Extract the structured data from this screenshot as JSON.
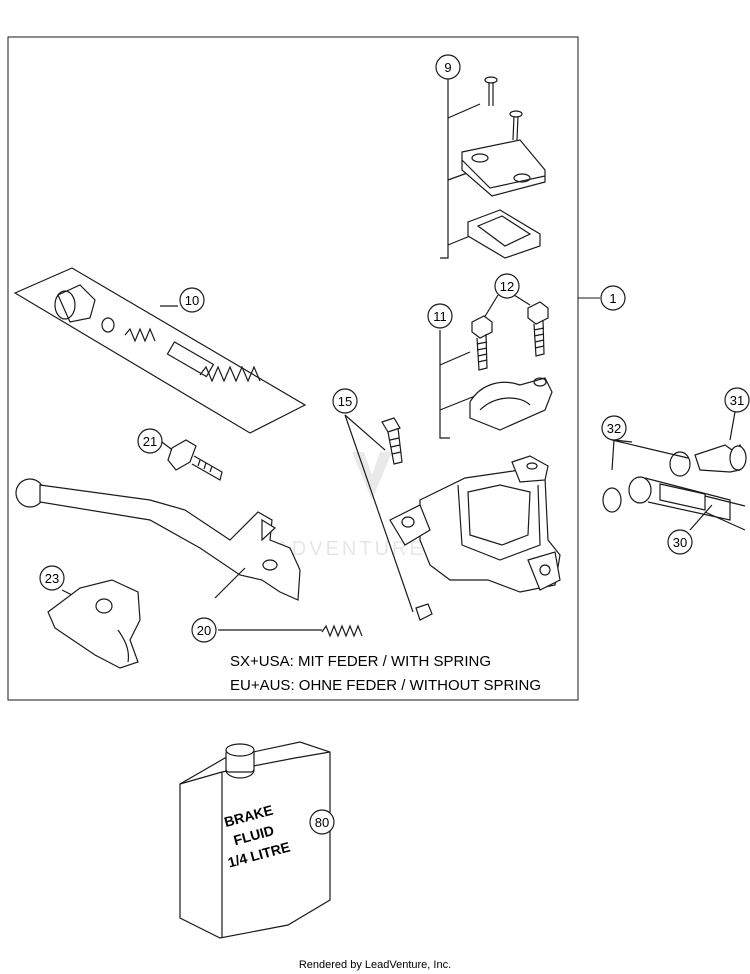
{
  "callouts": {
    "c1": "1",
    "c9": "9",
    "c10": "10",
    "c11": "11",
    "c12": "12",
    "c15": "15",
    "c20": "20",
    "c21": "21",
    "c23": "23",
    "c30": "30",
    "c31": "31",
    "c32": "32",
    "c80": "80"
  },
  "notes": {
    "line1": "SX+USA:  MIT FEDER / WITH SPRING",
    "line2": "EU+AUS:  OHNE FEDER / WITHOUT SPRING"
  },
  "bottle_label": [
    "BRAKE",
    "FLUID",
    "1/4 LITRE"
  ],
  "watermark": "LEADVENTURE",
  "footer": "Rendered by LeadVenture, Inc.",
  "colors": {
    "line": "#1a1a1a",
    "watermark": "#d9d9d9",
    "background": "#ffffff"
  }
}
